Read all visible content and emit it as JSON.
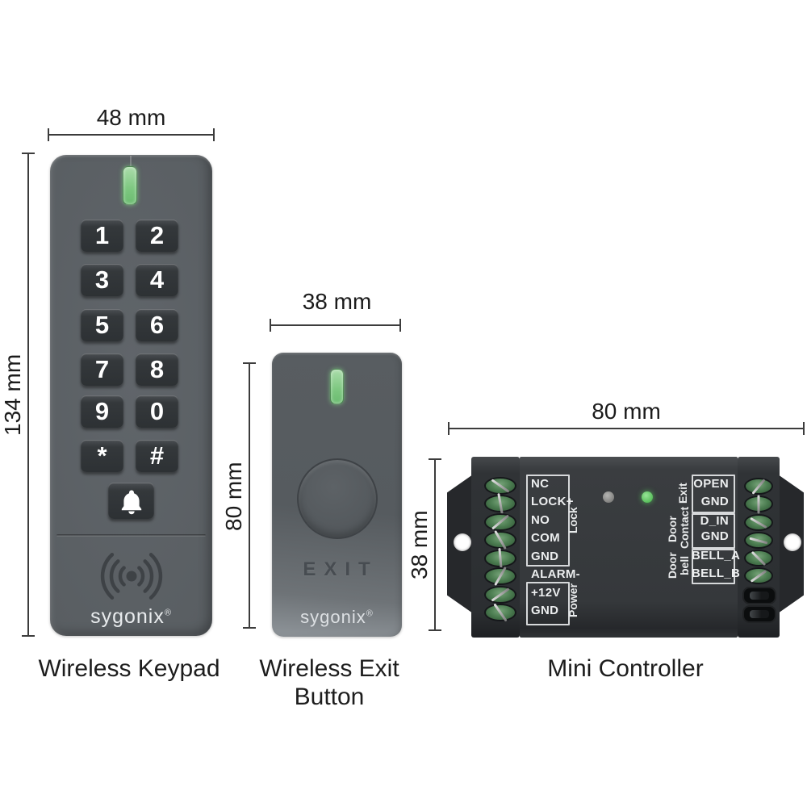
{
  "keypad": {
    "name": "Wireless Keypad",
    "brand": "sygonix",
    "brand_mark": "®",
    "width_label": "48 mm",
    "height_label": "134 mm",
    "keys": [
      "1",
      "2",
      "3",
      "4",
      "5",
      "6",
      "7",
      "8",
      "9",
      "0",
      "*",
      "#"
    ]
  },
  "exit_button": {
    "name_line1": "Wireless Exit",
    "name_line2": "Button",
    "brand": "sygonix",
    "brand_mark": "®",
    "width_label": "38 mm",
    "height_label": "80 mm",
    "face_text": "EXIT"
  },
  "controller": {
    "name": "Mini Controller",
    "width_label": "80 mm",
    "height_label": "38 mm",
    "left_terminals": [
      "NC",
      "LOCK+",
      "NO",
      "COM",
      "GND",
      "ALARM-",
      "+12V",
      "GND"
    ],
    "left_groups": [
      "Lock",
      "Power"
    ],
    "right_terminals": [
      "OPEN",
      "GND",
      "D_IN",
      "GND",
      "BELL_A",
      "BELL_B"
    ],
    "right_groups": [
      [
        "Exit"
      ],
      [
        "Door",
        "Contact"
      ],
      [
        "Door",
        "bell"
      ]
    ]
  },
  "colors": {
    "background": "#ffffff",
    "device_gray": "#5a5f63",
    "button_dark": "#33373a",
    "led_green": "#84c887",
    "controller_dark": "#35383b",
    "terminal_green": "#4a7d4e",
    "dimension_line": "#3c3c3c",
    "label_text": "#1d1d1d"
  }
}
